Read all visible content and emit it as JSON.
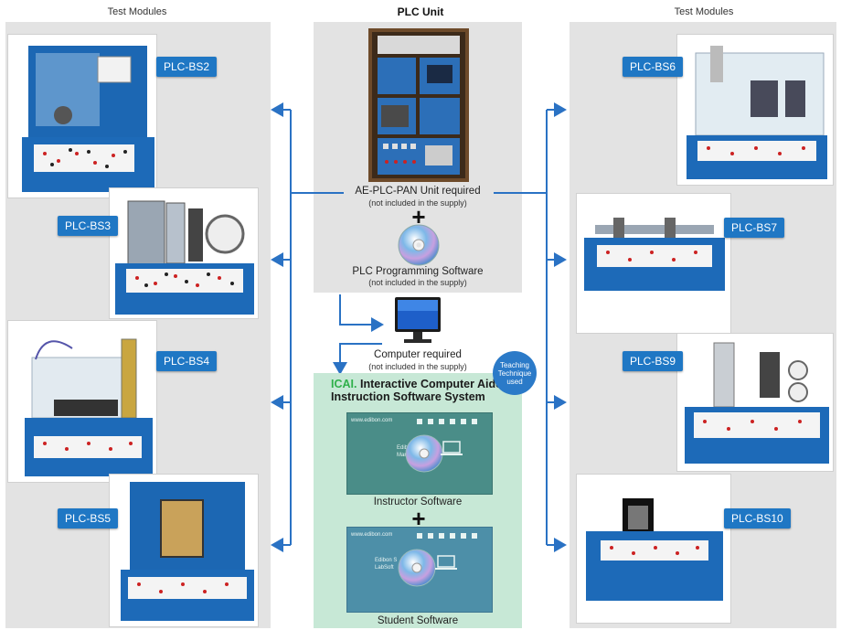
{
  "headers": {
    "left": "Test Modules",
    "center": "PLC Unit",
    "right": "Test Modules"
  },
  "left_modules": [
    {
      "label": "PLC-BS2"
    },
    {
      "label": "PLC-BS3"
    },
    {
      "label": "PLC-BS4"
    },
    {
      "label": "PLC-BS5"
    }
  ],
  "right_modules": [
    {
      "label": "PLC-BS6"
    },
    {
      "label": "PLC-BS7"
    },
    {
      "label": "PLC-BS9"
    },
    {
      "label": "PLC-BS10"
    }
  ],
  "plc_unit": {
    "name": "AE-PLC-PAN Unit required",
    "note": "(not included in the supply)"
  },
  "software": {
    "name": "PLC Programming Software",
    "note": "(not included in the supply)"
  },
  "computer": {
    "name": "Computer required",
    "note": "(not included in the supply)"
  },
  "icai": {
    "brand": "ICAI.",
    "title_line1": "Interactive Computer Aided",
    "title_line2": "Instruction Software System",
    "badge_line1": "Teaching",
    "badge_line2": "Technique",
    "badge_line3": "used",
    "instructor": {
      "url": "www.edibon.com",
      "screen_text_1": "Edibon Cl",
      "screen_text_2": "Manager",
      "label": "Instructor Software"
    },
    "student": {
      "url": "www.edibon.com",
      "screen_text_1": "Edibon S",
      "screen_text_2": "LabSoft",
      "label": "Student Software"
    }
  },
  "plus_sign": "+",
  "colors": {
    "accent": "#1f77c4",
    "connector": "#2a72c4",
    "panel_gray": "#e3e3e3",
    "icai_green": "#c7e8d6",
    "icai_brand": "#2fb04a"
  }
}
